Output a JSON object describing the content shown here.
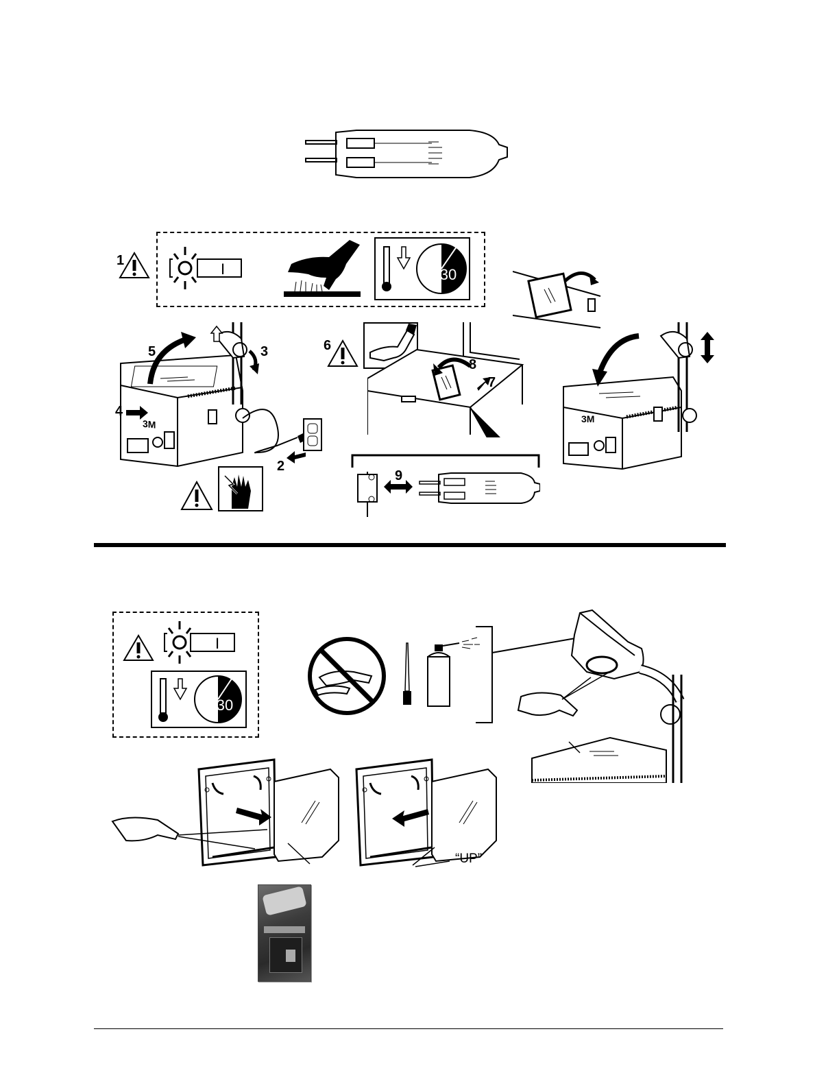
{
  "labels": {
    "step1": "1",
    "step2": "2",
    "step3": "3",
    "step4": "4",
    "step5": "5",
    "step6": "6",
    "step7": "7",
    "step8": "8",
    "step9": "9",
    "cooldown_minutes": "30",
    "cooldown_minutes_2": "30",
    "projector_brand": "3M",
    "projector_brand_2": "3M",
    "switch_on": "I",
    "switch_on_2": "I",
    "up_marker": "“UP”"
  }
}
